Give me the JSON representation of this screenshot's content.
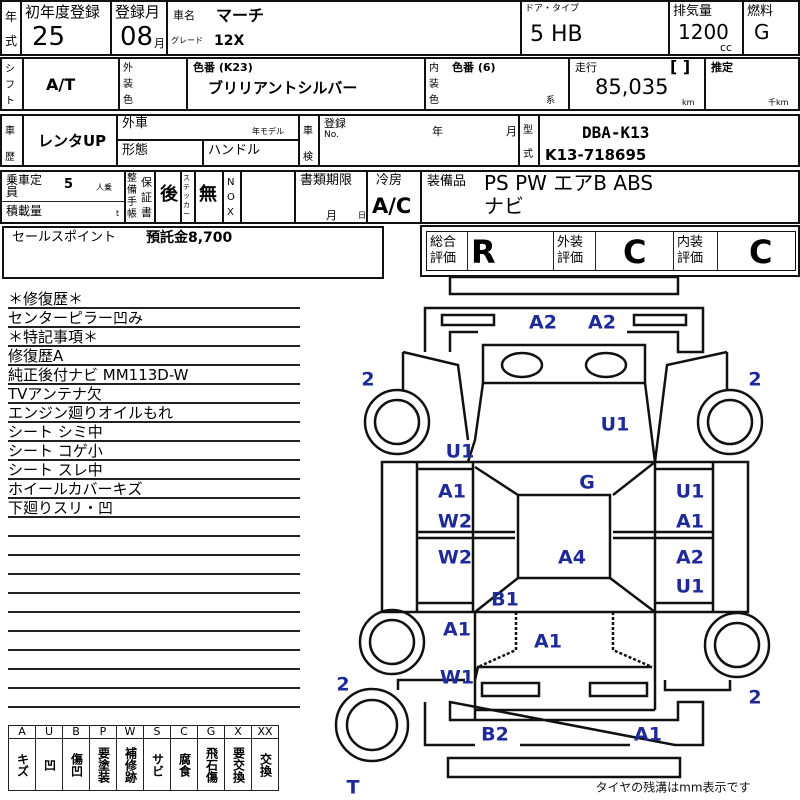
{
  "row1": {
    "year_label": "年式",
    "first_reg_label": "初年度登録",
    "first_reg": "25",
    "reg_month_label": "登録月",
    "reg_month": "08",
    "month_unit": "月",
    "car_name_label": "車名",
    "car_name": "マーチ",
    "grade_label": "グレード",
    "grade": "12X",
    "door_label": "ドア・タイプ",
    "door": "5 HB",
    "displacement_label": "排気量",
    "displacement": "1200",
    "cc": "cc",
    "fuel_label": "燃料",
    "fuel": "G"
  },
  "row2": {
    "shift_label": "シフト",
    "shift": "A/T",
    "ext_color_label": "外装色",
    "color_code_label": "色番 (K23)",
    "color_name": "ブリリアントシルバー",
    "int_color_label": "内装色",
    "int_code_label": "色番 (6)",
    "int_unit": "系",
    "mileage_label": "走行",
    "bracket": "[ ]",
    "mileage": "85,035",
    "km": "km",
    "est_label": "推定",
    "est_unit": "千km"
  },
  "row3": {
    "history_label": "車歴",
    "history": "レンタUP",
    "import_label": "外車",
    "model_year": "年モデル",
    "body_label": "形態",
    "handle_label": "ハンドル",
    "inspection_label": "車検",
    "reg_no_label": "登録",
    "no_label": "No.",
    "year": "年",
    "month": "月",
    "model_label": "型式",
    "model_code": "DBA-K13",
    "chassis": "K13-718695"
  },
  "row4": {
    "capacity_label": "乗車定員",
    "capacity": "5",
    "capacity_unit": "人乗",
    "load_label": "積載量",
    "load_unit": "t",
    "manual_label": "整備手帳",
    "warranty_label": "保証書",
    "warranty": "後",
    "sticker_label": "ステッカー",
    "sticker": "無",
    "nox_label": "NOX",
    "docs_label": "書類期限",
    "docs_month": "月",
    "docs_day": "日",
    "ac_label": "冷房",
    "ac": "A/C",
    "equip_label": "装備品",
    "equip1": "PS PW エアB ABS",
    "equip2": "ナビ"
  },
  "sales": {
    "label": "セールスポイント",
    "text": "預託金8,700"
  },
  "grades": {
    "overall_label": "総合評価",
    "overall": "R",
    "exterior_label": "外装評価",
    "exterior": "C",
    "interior_label": "内装評価",
    "interior": "C"
  },
  "remarks": [
    "＊修復歴＊",
    "センターピラー凹み",
    "＊特記事項＊",
    "修復歴A",
    "純正後付ナビ  MM113D-W",
    "TVアンテナ欠",
    "エンジン廻りオイルもれ",
    "シート シミ中",
    "シート コゲ小",
    "シート スレ中",
    "ホイールカバーキズ",
    "下廻りスリ・凹"
  ],
  "legend": {
    "keys": [
      "A",
      "U",
      "B",
      "P",
      "W",
      "S",
      "C",
      "G",
      "X",
      "XX"
    ],
    "meanings": [
      "キズ",
      "凹",
      "傷凹",
      "要塗装",
      "補修跡",
      "サビ",
      "腐食",
      "飛石傷",
      "要交換",
      "交換"
    ]
  },
  "diagram": {
    "marks": [
      "A2",
      "A2",
      "2",
      "2",
      "U1",
      "U1",
      "G",
      "A1",
      "U1",
      "W2",
      "A1",
      "W2",
      "A4",
      "A2",
      "U1",
      "B1",
      "A1",
      "A1",
      "W1",
      "2",
      "2",
      "B2",
      "A1",
      "T"
    ],
    "footnote": "タイヤの残溝はmm表示です",
    "mark_color": "#1f2a9a"
  }
}
